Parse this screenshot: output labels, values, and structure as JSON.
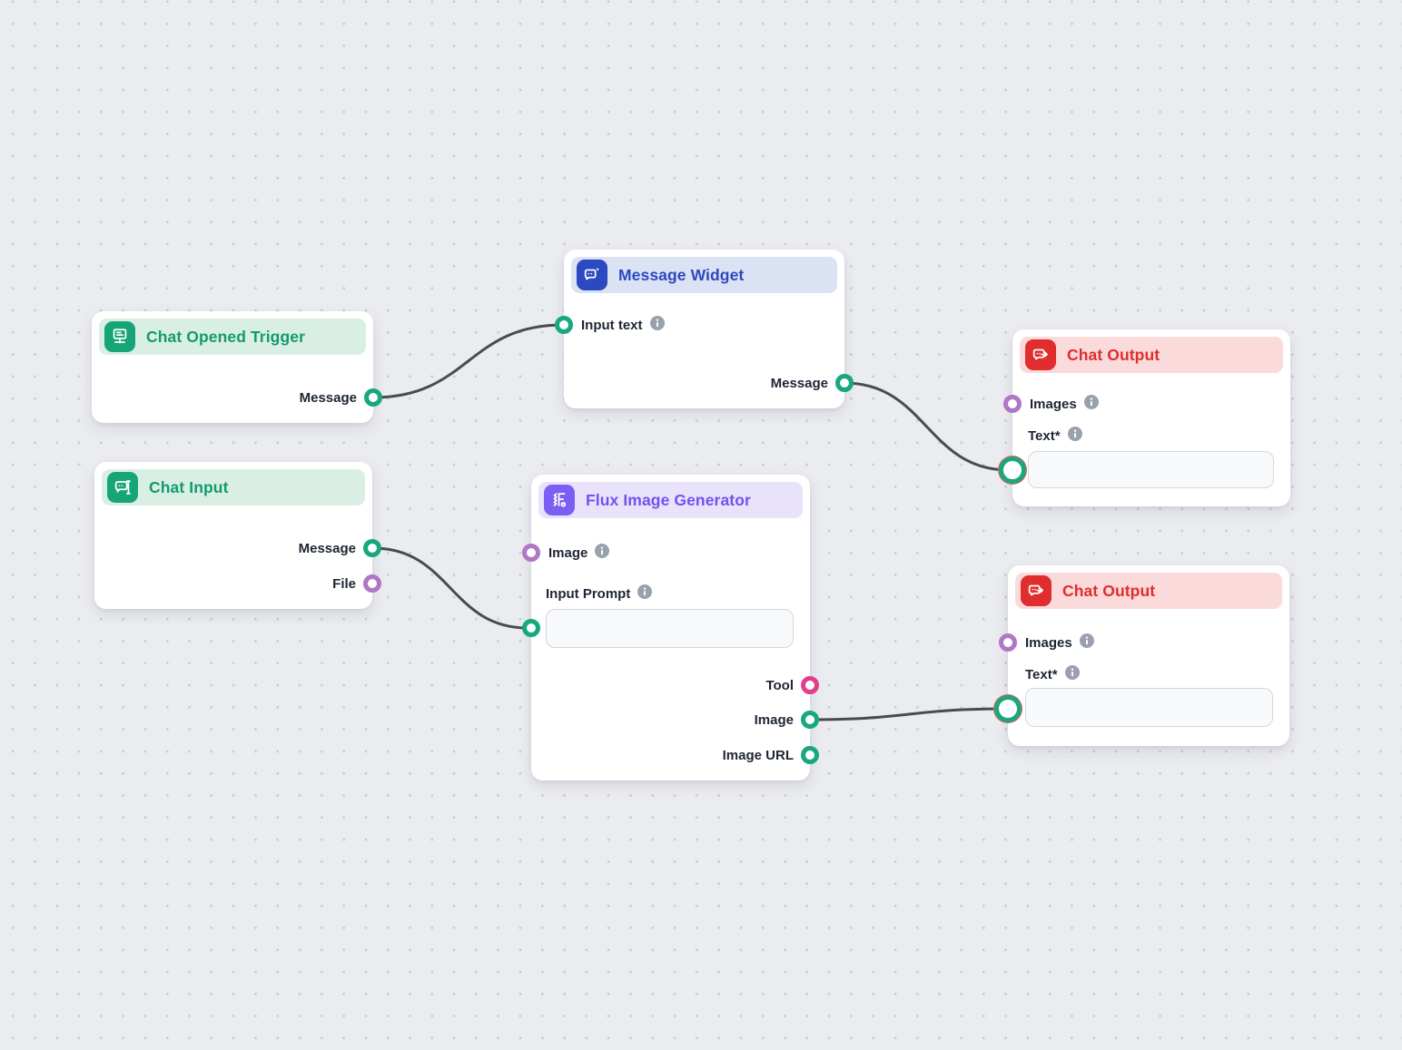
{
  "canvas": {
    "type": "node-flow-editor"
  },
  "colors": {
    "canvas_bg": "#ebecf0",
    "grid_dot": "#c9cbd3",
    "wire": "#494b4e",
    "green_accent": "#149a70",
    "green_header_bg": "#d9efe4",
    "blue_accent": "#2b49c0",
    "blue_header_bg": "#dbe2f4",
    "purple_accent": "#7450ee",
    "purple_header_bg": "#e8e3fb",
    "red_accent": "#e02d2d",
    "red_header_bg": "#fadada",
    "port_green": "#17a97d",
    "port_purple": "#b077c5",
    "port_pink": "#e33d8c",
    "port_connected_halo": "#f45b5b"
  },
  "nodes": [
    {
      "title": "Chat Opened Trigger",
      "theme": "green",
      "outputs": [
        {
          "label": "Message",
          "port_color": "green"
        }
      ]
    },
    {
      "title": "Chat Input",
      "theme": "green",
      "outputs": [
        {
          "label": "Message",
          "port_color": "green"
        },
        {
          "label": "File",
          "port_color": "purple"
        }
      ]
    },
    {
      "title": "Message Widget",
      "theme": "blue",
      "inputs": [
        {
          "label": "Input text",
          "info": true,
          "port_color": "green"
        }
      ],
      "outputs": [
        {
          "label": "Message",
          "port_color": "green"
        }
      ]
    },
    {
      "title": "Flux Image Generator",
      "theme": "purple",
      "inputs": [
        {
          "label": "Image",
          "info": true,
          "port_color": "purple"
        }
      ],
      "fields": [
        {
          "label": "Input Prompt",
          "info": true,
          "value": "",
          "port_color": "green"
        }
      ],
      "outputs": [
        {
          "label": "Tool",
          "port_color": "pink"
        },
        {
          "label": "Image",
          "port_color": "green"
        },
        {
          "label": "Image URL",
          "port_color": "green"
        }
      ]
    },
    {
      "title": "Chat Output",
      "theme": "red",
      "inputs": [
        {
          "label": "Images",
          "info": true,
          "port_color": "purple"
        }
      ],
      "fields": [
        {
          "label": "Text*",
          "info": true,
          "value": "",
          "port_color": "green-connected"
        }
      ]
    },
    {
      "title": "Chat Output",
      "theme": "red",
      "inputs": [
        {
          "label": "Images",
          "info": true,
          "port_color": "purple"
        }
      ],
      "fields": [
        {
          "label": "Text*",
          "info": true,
          "value": "",
          "port_color": "green-connected"
        }
      ]
    }
  ],
  "connections": [
    {
      "from": "Chat Opened Trigger / Message",
      "to": "Message Widget / Input text"
    },
    {
      "from": "Chat Input / Message",
      "to": "Flux Image Generator / Input Prompt"
    },
    {
      "from": "Message Widget / Message",
      "to": "Chat Output (top) / Text*"
    },
    {
      "from": "Flux Image Generator / Image",
      "to": "Chat Output (bottom) / Text*"
    }
  ]
}
